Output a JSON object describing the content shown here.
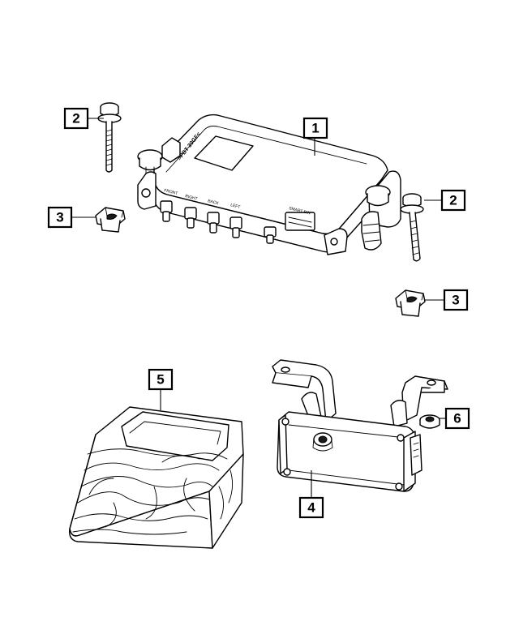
{
  "diagram": {
    "callouts": [
      {
        "id": "c1",
        "number": "1"
      },
      {
        "id": "c2a",
        "number": "2"
      },
      {
        "id": "c2b",
        "number": "2"
      },
      {
        "id": "c3a",
        "number": "3"
      },
      {
        "id": "c3b",
        "number": "3"
      },
      {
        "id": "c4",
        "number": "4"
      },
      {
        "id": "c5",
        "number": "5"
      },
      {
        "id": "c6",
        "number": "6"
      }
    ],
    "module_label": ">PBT 30GF<",
    "connector_labels": [
      "FRONT",
      "RIGHT",
      "BACK",
      "LEFT",
      "SMART BIN"
    ]
  }
}
